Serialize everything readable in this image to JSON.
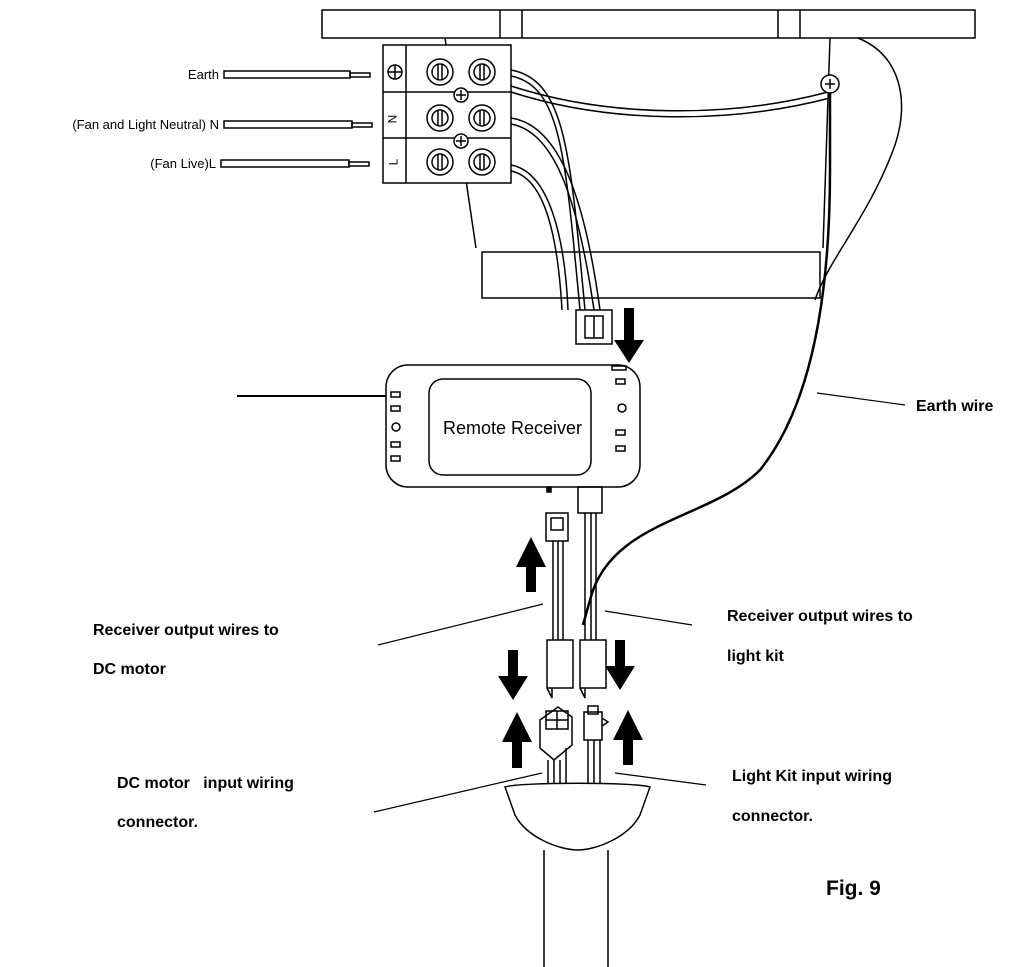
{
  "supply_terminals": {
    "earth_label": "Earth",
    "neutral_label": "(Fan and Light Neutral) N",
    "live_label": "(Fan Live)L",
    "block_letters": [
      "N",
      "L"
    ]
  },
  "receiver": {
    "label": "Remote Receiver"
  },
  "callouts": {
    "earth_wire": "Earth wire",
    "motor_out_line1": "Receiver output wires to",
    "motor_out_line2": "DC motor",
    "light_out_line1": "Receiver output wires to",
    "light_out_line2": "light kit",
    "motor_in_line1": "DC motor   input wiring",
    "motor_in_line2": "connector.",
    "light_in_line1": "Light Kit input wiring",
    "light_in_line2": "connector."
  },
  "figure_label": "Fig. 9",
  "colors": {
    "stroke": "#000000",
    "background": "#ffffff"
  }
}
